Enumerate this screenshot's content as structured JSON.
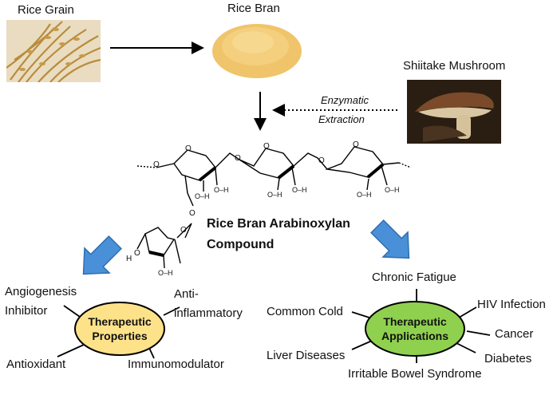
{
  "top": {
    "rice_grain": "Rice Grain",
    "rice_bran": "Rice Bran",
    "shiitake": "Shiitake Mushroom",
    "extraction_line1": "Enzymatic",
    "extraction_line2": "Extraction"
  },
  "compound": {
    "line1": "Rice Bran Arabinoxylan",
    "line2": "Compound"
  },
  "properties": {
    "hub_line1": "Therapeutic",
    "hub_line2": "Properties",
    "hub_color": "#fde28a",
    "items": [
      "Angiogenesis",
      "Inhibitor",
      "Anti-",
      "inflammatory",
      "Antioxidant",
      "Immunomodulator"
    ]
  },
  "applications": {
    "hub_line1": "Therapeutic",
    "hub_line2": "Applications",
    "hub_color": "#8fd14f",
    "items": [
      "Chronic Fatigue",
      "HIV Infection",
      "Common Cold",
      "Cancer",
      "Liver Diseases",
      "Diabetes",
      "Irritable Bowel Syndrome"
    ]
  },
  "molecule_labels": [
    "O",
    "O",
    "O",
    "O",
    "O",
    "O",
    "O",
    "O",
    "O",
    "O",
    "O–H",
    "O–H",
    "O–H",
    "O–H",
    "O–H",
    "O–H",
    "O–H",
    "H"
  ],
  "colors": {
    "arrow_blue": "#4a90d9"
  }
}
